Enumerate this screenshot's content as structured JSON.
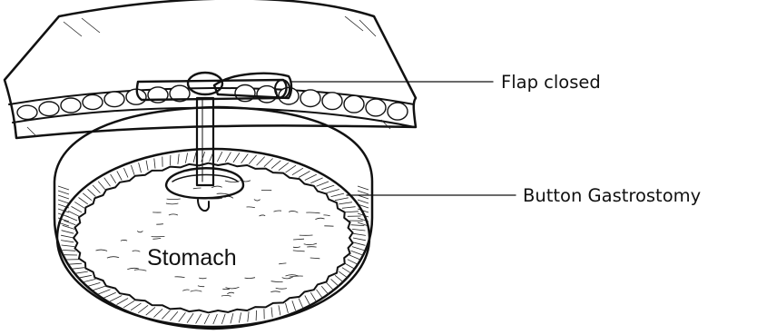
{
  "diagram": {
    "organ_label": "Stomach",
    "callouts": [
      {
        "id": "flap",
        "label": "Flap closed"
      },
      {
        "id": "button",
        "label": "Button Gastrostomy"
      }
    ]
  },
  "colors": {
    "ink": "#111111",
    "paper": "#ffffff"
  }
}
